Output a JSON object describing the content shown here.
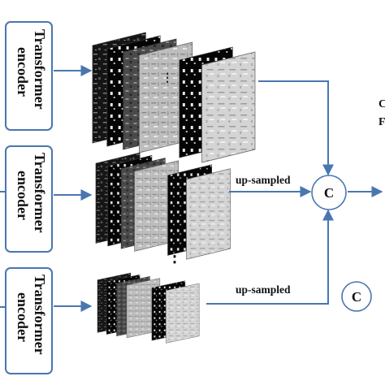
{
  "encoders": [
    {
      "line1": "Transformer",
      "line2": "encoder"
    },
    {
      "line1": "Transformer",
      "line2": "encoder"
    },
    {
      "line1": "Transformer",
      "line2": "encoder"
    }
  ],
  "upsample_labels": [
    "up-sampled",
    "up-sampled"
  ],
  "concat_symbol": "C",
  "legend_symbol": "C",
  "continuation_dots": "⋮",
  "right_edge_text": [
    "C",
    "F"
  ],
  "colors": {
    "accent_blue": "#4a76b0",
    "text": "#111111",
    "background": "#ffffff"
  }
}
